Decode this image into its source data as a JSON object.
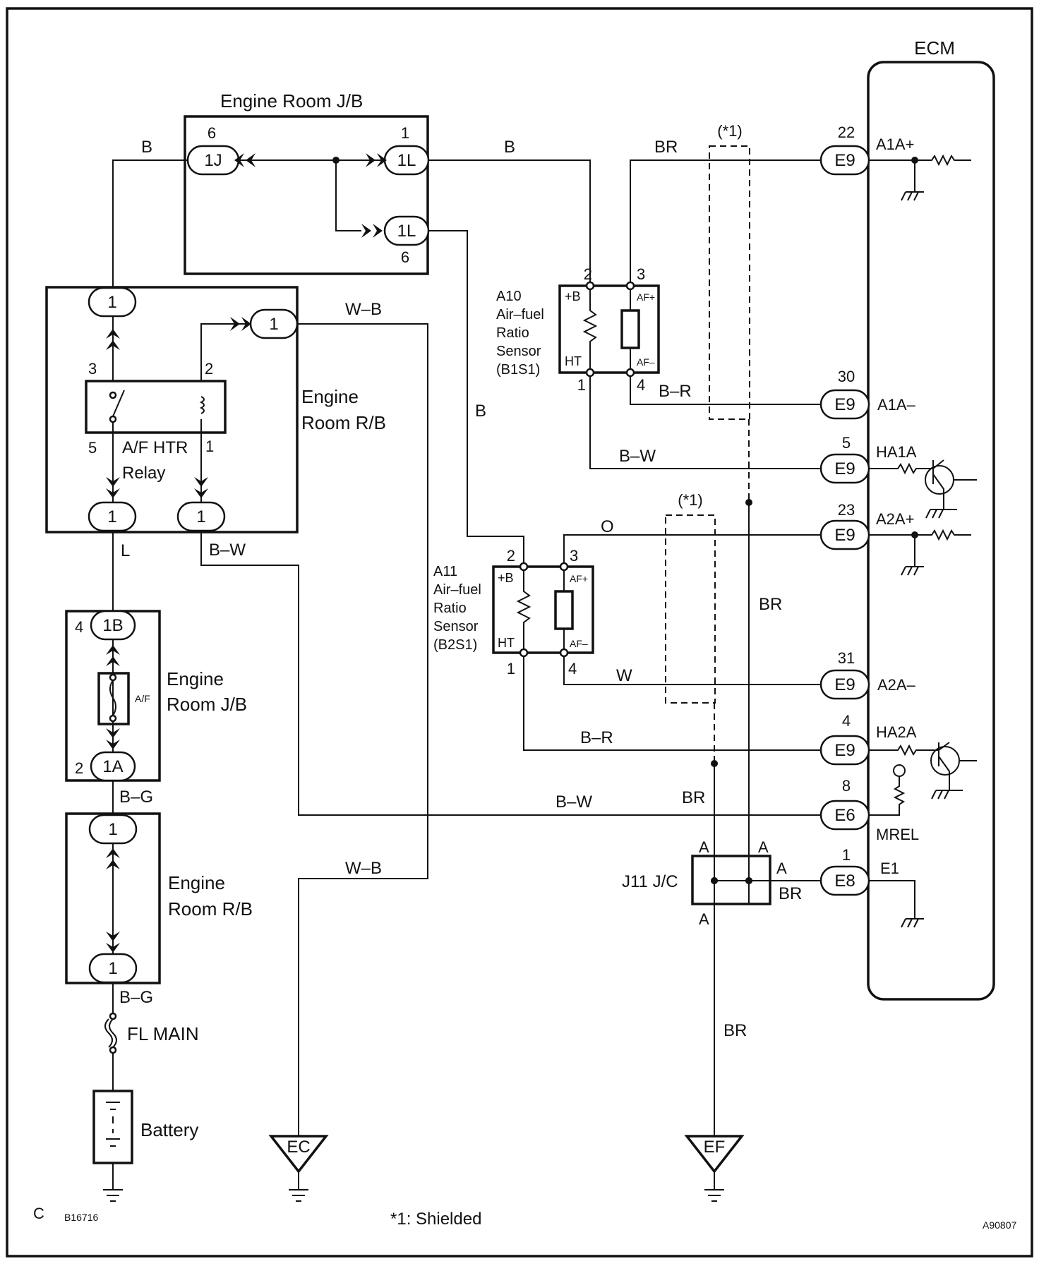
{
  "codes": {
    "corner": "C",
    "figure": "B16716",
    "ref": "A90807"
  },
  "note": "*1: Shielded",
  "shield_mark": "(*1)",
  "ecm": {
    "title": "ECM",
    "pins": {
      "a1a_plus": {
        "connector": "E9",
        "pin": "22",
        "terminal": "A1A+"
      },
      "a1a_minus": {
        "connector": "E9",
        "pin": "30",
        "terminal": "A1A–"
      },
      "ha1a": {
        "connector": "E9",
        "pin": "5",
        "terminal": "HA1A"
      },
      "a2a_plus": {
        "connector": "E9",
        "pin": "23",
        "terminal": "A2A+"
      },
      "a2a_minus": {
        "connector": "E9",
        "pin": "31",
        "terminal": "A2A–"
      },
      "ha2a": {
        "connector": "E9",
        "pin": "4",
        "terminal": "HA2A"
      },
      "mrel": {
        "connector": "E6",
        "pin": "8",
        "terminal": "MREL"
      },
      "e1": {
        "connector": "E8",
        "pin": "1",
        "terminal": "E1"
      }
    }
  },
  "jb_top": {
    "title": "Engine Room J/B",
    "c1": "1J",
    "c1_pin": "6",
    "c2": "1L",
    "c2_pin": "1",
    "c3": "1L",
    "c3_pin": "6"
  },
  "rb_top": {
    "title_1": "Engine",
    "title_2": "Room R/B",
    "relay_1": "A/F HTR",
    "relay_2": "Relay",
    "conn": "1",
    "pin3": "3",
    "pin2": "2",
    "pin5": "5",
    "pin1": "1"
  },
  "jb_mid": {
    "title_1": "Engine",
    "title_2": "Room J/B",
    "c_top": "1B",
    "c_top_pin": "4",
    "c_bot": "1A",
    "c_bot_pin": "2",
    "fuse": "A/F"
  },
  "rb_bot": {
    "title_1": "Engine",
    "title_2": "Room R/B",
    "conn": "1"
  },
  "fl_main": "FL MAIN",
  "battery": "Battery",
  "sensor1": {
    "line1": "A10",
    "line2": "Air–fuel",
    "line3": "Ratio",
    "line4": "Sensor",
    "line5": "(B1S1)",
    "pin2": "2",
    "pin3": "3",
    "pin1": "1",
    "pin4": "4",
    "t_b": "+B",
    "t_ht": "HT",
    "t_afp": "AF+",
    "t_afm": "AF–"
  },
  "sensor2": {
    "line1": "A11",
    "line2": "Air–fuel",
    "line3": "Ratio",
    "line4": "Sensor",
    "line5": "(B2S1)",
    "pin2": "2",
    "pin3": "3",
    "pin1": "1",
    "pin4": "4",
    "t_b": "+B",
    "t_ht": "HT",
    "t_afp": "AF+",
    "t_afm": "AF–"
  },
  "jc": {
    "label": "J11 J/C",
    "a": "A"
  },
  "grounds": {
    "ec": "EC",
    "ef": "EF"
  },
  "wires": {
    "b": "B",
    "br": "BR",
    "b_r": "B–R",
    "b_w": "B–W",
    "w_b": "W–B",
    "o": "O",
    "w": "W",
    "l": "L",
    "b_g": "B–G"
  }
}
